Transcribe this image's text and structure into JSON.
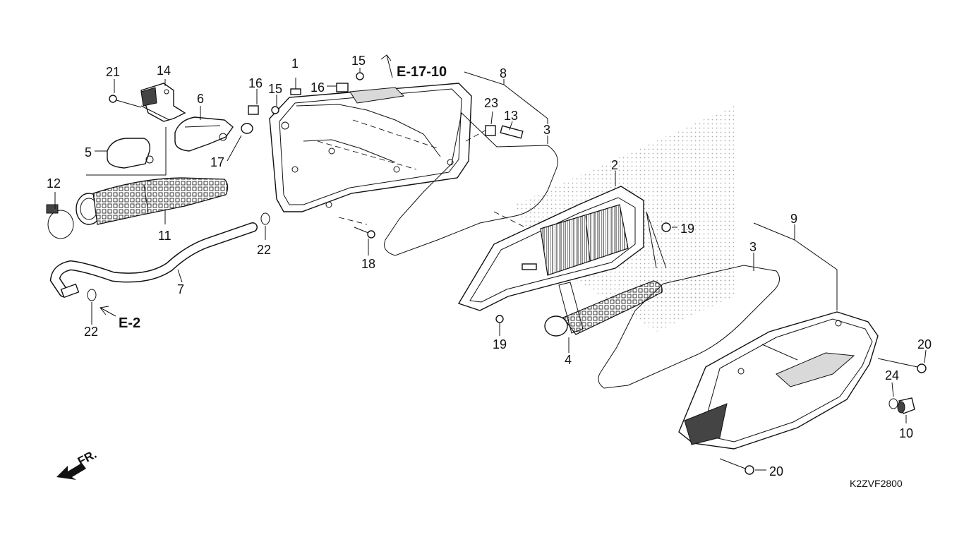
{
  "diagram": {
    "code": "K2ZVF2800",
    "direction_label": "FR.",
    "references": [
      "E-17-10",
      "E-2"
    ],
    "callouts": [
      "1",
      "2",
      "3",
      "3",
      "4",
      "5",
      "6",
      "7",
      "8",
      "9",
      "10",
      "11",
      "12",
      "13",
      "14",
      "15",
      "15",
      "16",
      "16",
      "17",
      "18",
      "19",
      "19",
      "20",
      "20",
      "21",
      "22",
      "22",
      "23",
      "24"
    ]
  }
}
